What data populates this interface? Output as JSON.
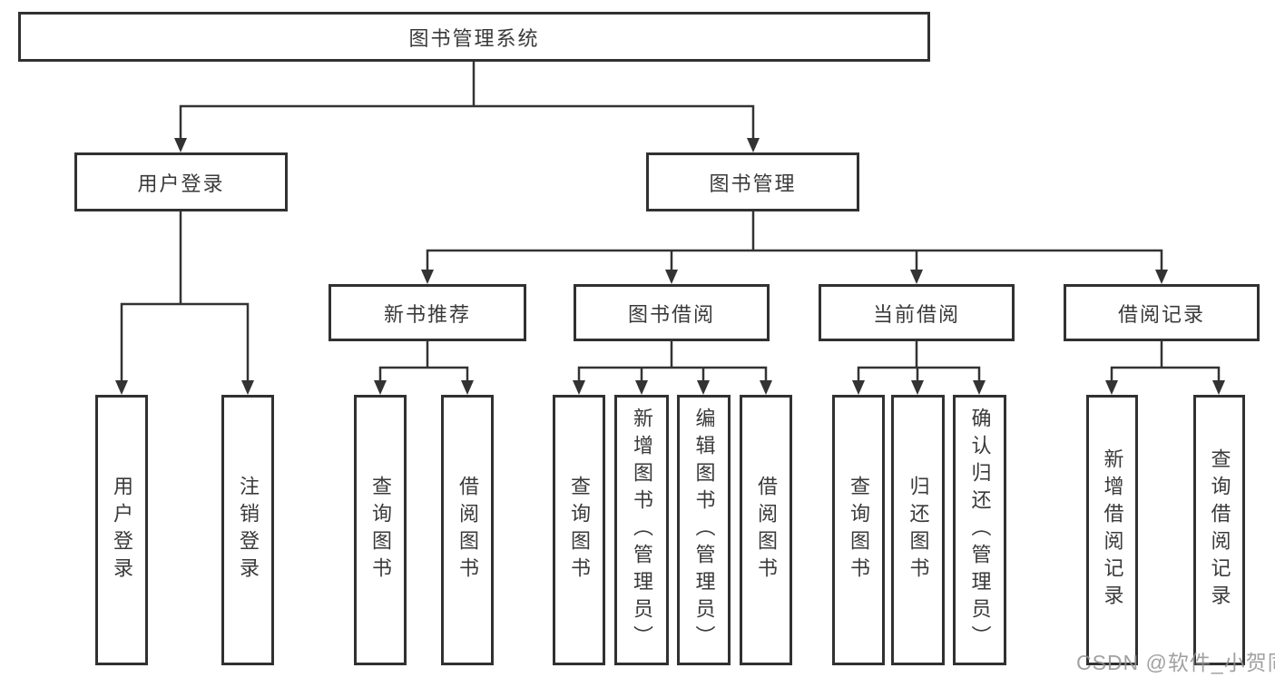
{
  "tree": {
    "root": {
      "label": "图书管理系统"
    },
    "level2": [
      {
        "label": "用户登录",
        "children": [
          {
            "label": "用户登录"
          },
          {
            "label": "注销登录"
          }
        ]
      },
      {
        "label": "图书管理",
        "children": [
          {
            "label": "新书推荐",
            "children": [
              {
                "label": "查询图书"
              },
              {
                "label": "借阅图书"
              }
            ]
          },
          {
            "label": "图书借阅",
            "children": [
              {
                "label": "查询图书"
              },
              {
                "label": "新增图书（管理员）"
              },
              {
                "label": "编辑图书（管理员）"
              },
              {
                "label": "借阅图书"
              }
            ]
          },
          {
            "label": "当前借阅",
            "children": [
              {
                "label": "查询图书"
              },
              {
                "label": "归还图书"
              },
              {
                "label": "确认归还（管理员）"
              }
            ]
          },
          {
            "label": "借阅记录",
            "children": [
              {
                "label": "新增借阅记录"
              },
              {
                "label": "查询借阅记录"
              }
            ]
          }
        ]
      }
    ]
  },
  "watermark": {
    "text": "CSDN @软件_小贺同学"
  },
  "colors": {
    "line": "#333333",
    "box_border": "#313131",
    "text": "#3a3a3a",
    "watermark": "#919191",
    "background": "#ffffff"
  }
}
